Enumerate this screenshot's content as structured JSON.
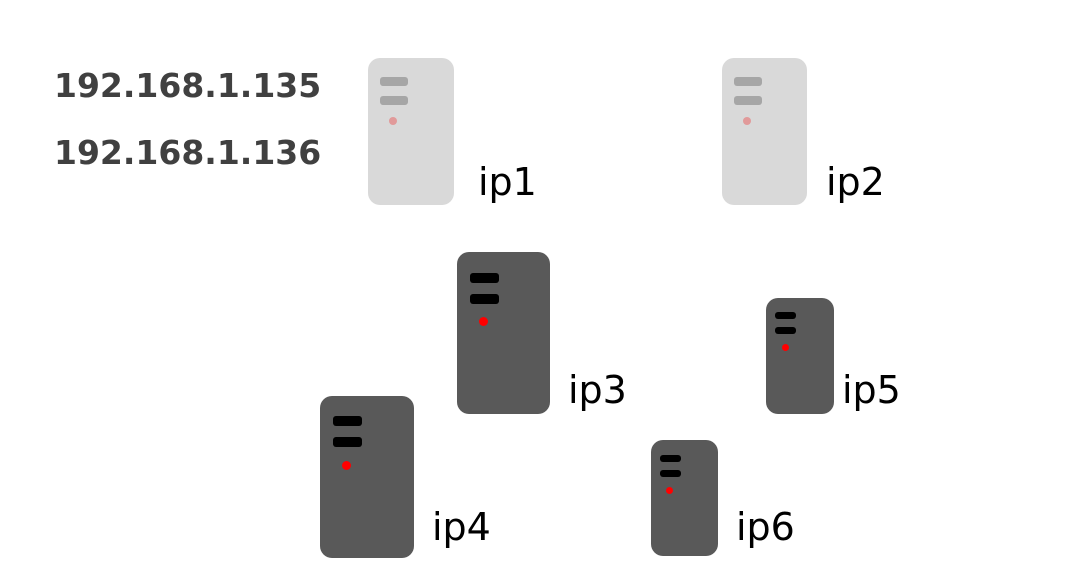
{
  "ip_list": [
    "192.168.1.135",
    "192.168.1.136"
  ],
  "servers": [
    {
      "label": "ip1",
      "state": "inactive"
    },
    {
      "label": "ip2",
      "state": "inactive"
    },
    {
      "label": "ip3",
      "state": "active"
    },
    {
      "label": "ip4",
      "state": "active"
    },
    {
      "label": "ip5",
      "state": "active"
    },
    {
      "label": "ip6",
      "state": "active"
    }
  ],
  "colors": {
    "inactive_body": "#d9d9d9",
    "inactive_slot": "#a6a6a6",
    "inactive_led": "#e19a9a",
    "active_body": "#595959",
    "active_slot": "#000000",
    "active_led": "#ff0000",
    "ip_text": "#404040"
  }
}
